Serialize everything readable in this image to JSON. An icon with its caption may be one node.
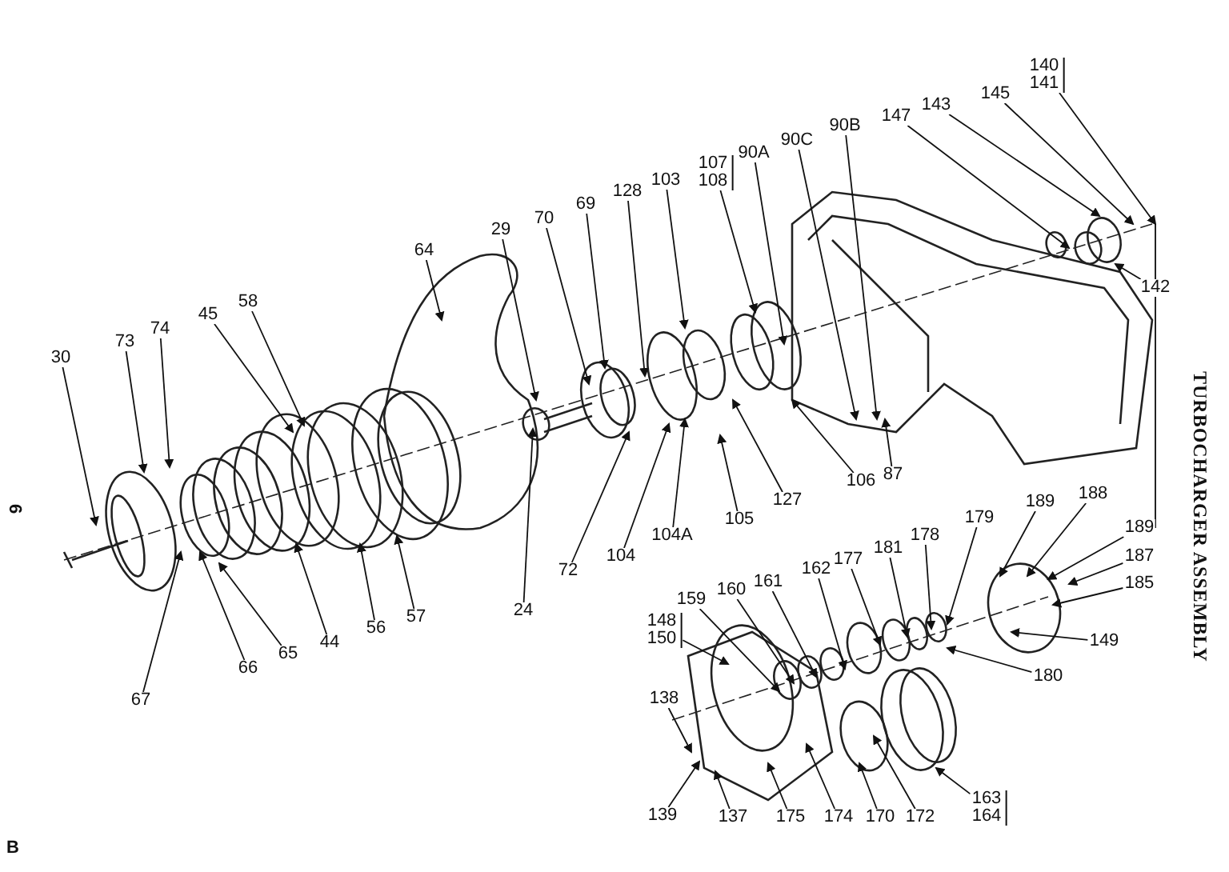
{
  "diagram": {
    "title": "TURBOCHARGER ASSEMBLY",
    "nodes": [
      {
        "text": [
          "30"
        ]
      },
      {
        "text": [
          "73"
        ]
      },
      {
        "text": [
          "74"
        ]
      },
      {
        "text": [
          "45"
        ]
      },
      {
        "text": [
          "58"
        ]
      },
      {
        "text": [
          "64"
        ]
      },
      {
        "text": [
          "29"
        ]
      },
      {
        "text": [
          "70"
        ]
      },
      {
        "text": [
          "69"
        ]
      },
      {
        "text": [
          "128"
        ]
      },
      {
        "text": [
          "103"
        ]
      },
      {
        "text": [
          "107",
          "108"
        ]
      },
      {
        "text": [
          "90A"
        ]
      },
      {
        "text": [
          "90C"
        ]
      },
      {
        "text": [
          "90B"
        ]
      },
      {
        "text": [
          "147"
        ]
      },
      {
        "text": [
          "143"
        ]
      },
      {
        "text": [
          "145"
        ]
      },
      {
        "text": [
          "140",
          "141"
        ]
      },
      {
        "text": [
          "142"
        ]
      },
      {
        "text": [
          "67"
        ]
      },
      {
        "text": [
          "66"
        ]
      },
      {
        "text": [
          "65"
        ]
      },
      {
        "text": [
          "44"
        ]
      },
      {
        "text": [
          "56"
        ]
      },
      {
        "text": [
          "57"
        ]
      },
      {
        "text": [
          "24"
        ]
      },
      {
        "text": [
          "72"
        ]
      },
      {
        "text": [
          "104"
        ]
      },
      {
        "text": [
          "104A"
        ]
      },
      {
        "text": [
          "105"
        ]
      },
      {
        "text": [
          "127"
        ]
      },
      {
        "text": [
          "106"
        ]
      },
      {
        "text": [
          "87"
        ]
      },
      {
        "text": [
          "179"
        ]
      },
      {
        "text": [
          "189"
        ]
      },
      {
        "text": [
          "188"
        ]
      },
      {
        "text": [
          "189"
        ]
      },
      {
        "text": [
          "187"
        ]
      },
      {
        "text": [
          "185"
        ]
      },
      {
        "text": [
          "178"
        ]
      },
      {
        "text": [
          "181"
        ]
      },
      {
        "text": [
          "177"
        ]
      },
      {
        "text": [
          "162"
        ]
      },
      {
        "text": [
          "161"
        ]
      },
      {
        "text": [
          "160"
        ]
      },
      {
        "text": [
          "159"
        ]
      },
      {
        "text": [
          "148",
          "150"
        ]
      },
      {
        "text": [
          "149"
        ]
      },
      {
        "text": [
          "180"
        ]
      },
      {
        "text": [
          "138"
        ]
      },
      {
        "text": [
          "139"
        ]
      },
      {
        "text": [
          "137"
        ]
      },
      {
        "text": [
          "175"
        ]
      },
      {
        "text": [
          "174"
        ]
      },
      {
        "text": [
          "170"
        ]
      },
      {
        "text": [
          "172"
        ]
      },
      {
        "text": [
          "163",
          "164"
        ]
      }
    ],
    "edges": [
      {
        "from": 0,
        "to": null,
        "arrow": "to"
      },
      {
        "from": 1,
        "to": null,
        "arrow": "to"
      },
      {
        "from": 2,
        "to": null,
        "arrow": "to"
      },
      {
        "from": 3,
        "to": null,
        "arrow": "to"
      },
      {
        "from": 4,
        "to": null,
        "arrow": "to"
      },
      {
        "from": 5,
        "to": null,
        "arrow": "to"
      },
      {
        "from": 6,
        "to": null,
        "arrow": "to"
      },
      {
        "from": 7,
        "to": null,
        "arrow": "to"
      },
      {
        "from": 8,
        "to": null,
        "arrow": "to"
      },
      {
        "from": 9,
        "to": null,
        "arrow": "to"
      },
      {
        "from": 10,
        "to": null,
        "arrow": "to"
      },
      {
        "from": 11,
        "to": null,
        "arrow": "to"
      },
      {
        "from": 12,
        "to": null,
        "arrow": "to"
      },
      {
        "from": 13,
        "to": null,
        "arrow": "to"
      },
      {
        "from": 14,
        "to": null,
        "arrow": "to"
      },
      {
        "from": 15,
        "to": null,
        "arrow": "to"
      },
      {
        "from": 16,
        "to": null,
        "arrow": "to"
      },
      {
        "from": 17,
        "to": null,
        "arrow": "to"
      },
      {
        "from": 18,
        "to": null,
        "arrow": "to"
      },
      {
        "from": 19,
        "to": null,
        "arrow": "to"
      },
      {
        "from": 20,
        "to": null,
        "arrow": "to"
      },
      {
        "from": 21,
        "to": null,
        "arrow": "to"
      },
      {
        "from": 22,
        "to": null,
        "arrow": "to"
      },
      {
        "from": 23,
        "to": null,
        "arrow": "to"
      },
      {
        "from": 24,
        "to": null,
        "arrow": "to"
      },
      {
        "from": 25,
        "to": null,
        "arrow": "to"
      },
      {
        "from": 26,
        "to": null,
        "arrow": "to"
      },
      {
        "from": 27,
        "to": null,
        "arrow": "to"
      },
      {
        "from": 28,
        "to": null,
        "arrow": "to"
      },
      {
        "from": 29,
        "to": null,
        "arrow": "to"
      },
      {
        "from": 30,
        "to": null,
        "arrow": "to"
      },
      {
        "from": 31,
        "to": null,
        "arrow": "to"
      },
      {
        "from": 32,
        "to": null,
        "arrow": "to"
      },
      {
        "from": 33,
        "to": null,
        "arrow": "to"
      },
      {
        "from": 34,
        "to": null,
        "arrow": "to"
      },
      {
        "from": 35,
        "to": null,
        "arrow": "to"
      },
      {
        "from": 36,
        "to": null,
        "arrow": "to"
      },
      {
        "from": 37,
        "to": null,
        "arrow": "to"
      },
      {
        "from": 38,
        "to": null,
        "arrow": "to"
      },
      {
        "from": 39,
        "to": null,
        "arrow": "to"
      },
      {
        "from": 40,
        "to": null,
        "arrow": "to"
      },
      {
        "from": 41,
        "to": null,
        "arrow": "to"
      },
      {
        "from": 42,
        "to": null,
        "arrow": "to"
      },
      {
        "from": 43,
        "to": null,
        "arrow": "to"
      },
      {
        "from": 44,
        "to": null,
        "arrow": "to"
      },
      {
        "from": 45,
        "to": null,
        "arrow": "to"
      },
      {
        "from": 46,
        "to": null,
        "arrow": "to"
      },
      {
        "from": 47,
        "to": null,
        "arrow": "to"
      },
      {
        "from": 48,
        "to": null,
        "arrow": "to"
      },
      {
        "from": 49,
        "to": null,
        "arrow": "to"
      },
      {
        "from": 50,
        "to": null,
        "arrow": "to"
      },
      {
        "from": 51,
        "to": null,
        "arrow": "to"
      },
      {
        "from": 52,
        "to": null,
        "arrow": "to"
      },
      {
        "from": 53,
        "to": null,
        "arrow": "to"
      },
      {
        "from": 54,
        "to": null,
        "arrow": "to"
      },
      {
        "from": 55,
        "to": null,
        "arrow": "to"
      },
      {
        "from": 56,
        "to": null,
        "arrow": "to"
      },
      {
        "from": 57,
        "to": null,
        "arrow": "to"
      }
    ],
    "labels": [
      "6",
      "B"
    ]
  }
}
